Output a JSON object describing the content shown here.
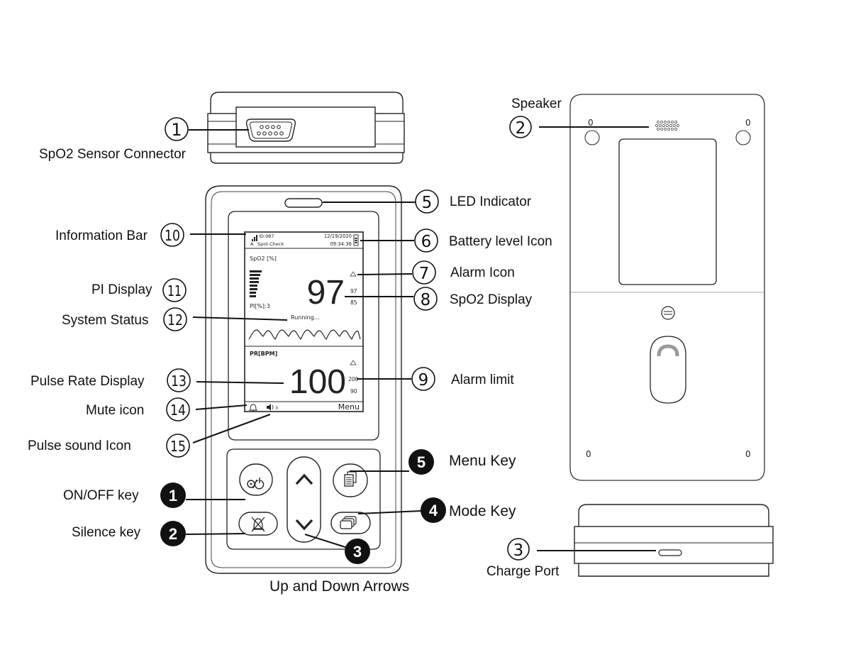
{
  "labels": {
    "spo2_sensor_connector": "SpO2 Sensor Connector",
    "speaker": "Speaker",
    "led_indicator": "LED Indicator",
    "battery_level_icon": "Battery level Icon",
    "alarm_icon": "Alarm Icon",
    "spo2_display": "SpO2 Display",
    "alarm_limit": "Alarm limit",
    "information_bar": "Information Bar",
    "pi_display": "PI Display",
    "system_status": "System Status",
    "pulse_rate_display": "Pulse Rate Display",
    "mute_icon": "Mute icon",
    "pulse_sound_icon": "Pulse sound Icon",
    "menu_key": "Menu Key",
    "mode_key": "Mode Key",
    "onoff_key": "ON/OFF key",
    "silence_key": "Silence key",
    "up_down_arrows": "Up and Down Arrows",
    "charge_port": "Charge Port"
  },
  "callouts": {
    "c1": "1",
    "c2": "2",
    "c3": "3",
    "c5": "5",
    "c6": "6",
    "c7": "7",
    "c8": "8",
    "c9": "9",
    "c10": "10",
    "c11": "11",
    "c12": "12",
    "c13": "13",
    "c14": "14",
    "c15": "15",
    "c3b": "3"
  },
  "badges": {
    "b1": "1",
    "b2": "2",
    "b3": "3",
    "b4": "4",
    "b5": "5"
  },
  "screen": {
    "id": "ID:987",
    "mode": "Spot-Check",
    "mode_letter": "A",
    "date": "12/19/2020",
    "time": "09:34:36",
    "spo2_title": "SpO2 [%]",
    "spo2_value": "97",
    "spo2_high": "97",
    "spo2_low": "85",
    "pi_text": "PI[%]:3",
    "status": "Running...",
    "pr_title": "PR[BPM]",
    "pr_value": "100",
    "pr_high": "200",
    "pr_low": "90",
    "volume": "3",
    "menu": "Menu"
  },
  "icons": [
    "connector-pins-icon",
    "speaker-grille-icon",
    "battery-icon",
    "alarm-triangle-icon",
    "bell-icon",
    "pulse-sound-icon",
    "power-icon",
    "silence-bell-icon",
    "up-arrow-icon",
    "down-arrow-icon",
    "menu-pages-icon",
    "mode-windows-icon",
    "signal-bars-icon",
    "screw-icon",
    "clip-icon"
  ],
  "colors": {
    "line": "#111111",
    "badge": "#111111",
    "device_outline": "#222222"
  }
}
